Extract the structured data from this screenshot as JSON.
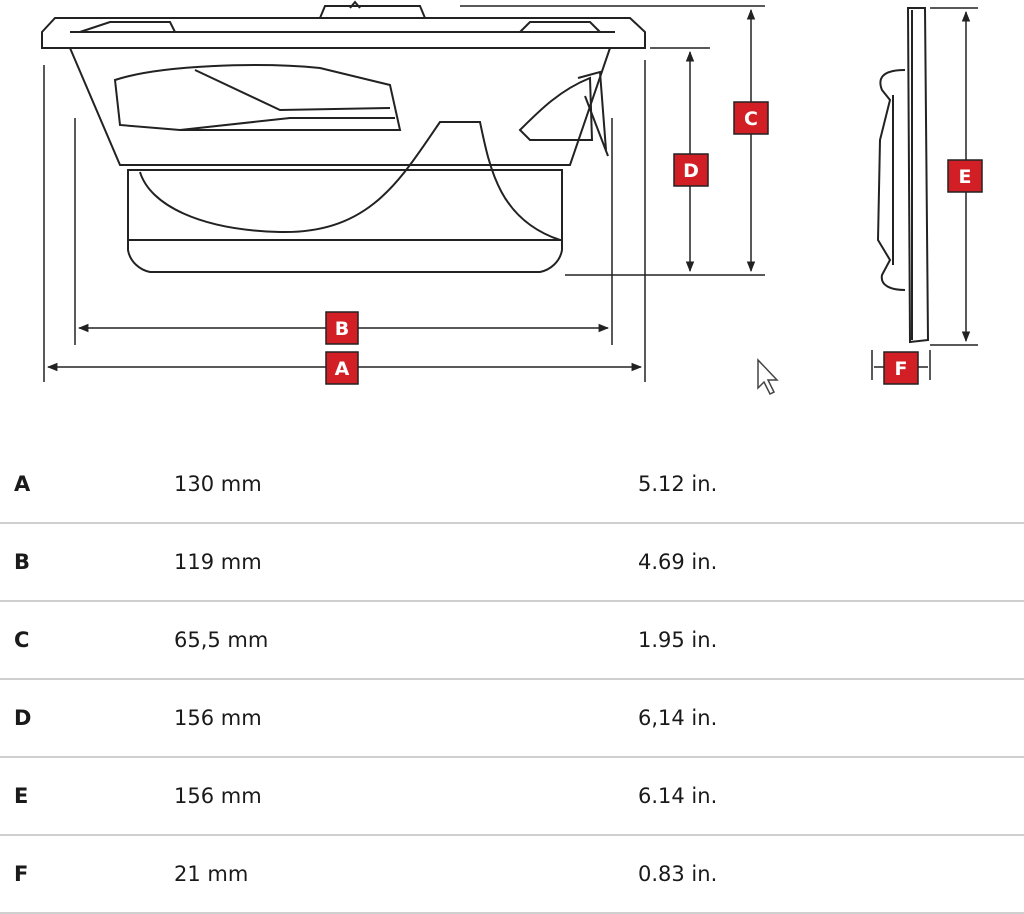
{
  "diagram": {
    "dimension_labels": [
      "A",
      "B",
      "C",
      "D",
      "E",
      "F"
    ],
    "accent_color": "#d21f26",
    "line_color": "#222222",
    "icons": [
      "mouse-cursor-icon"
    ]
  },
  "table": {
    "rows": [
      {
        "label": "A",
        "mm": "130 mm",
        "inch": "5.12 in."
      },
      {
        "label": "B",
        "mm": "119 mm",
        "inch": "4.69 in."
      },
      {
        "label": "C",
        "mm": "65,5 mm",
        "inch": "1.95 in."
      },
      {
        "label": "D",
        "mm": "156 mm",
        "inch": "6,14 in."
      },
      {
        "label": "E",
        "mm": "156 mm",
        "inch": "6.14 in."
      },
      {
        "label": "F",
        "mm": "21 mm",
        "inch": "0.83 in."
      }
    ]
  }
}
